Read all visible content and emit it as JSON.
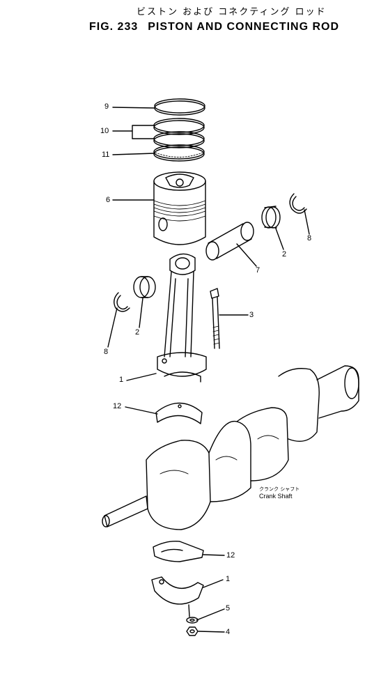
{
  "header": {
    "title_jp": "ビストン および コネクティング ロッド",
    "figure_number": "FIG. 233",
    "title_en": "PISTON AND CONNECTING ROD"
  },
  "parts": [
    {
      "id": "callout-9",
      "number": "9",
      "part": "piston-ring-top"
    },
    {
      "id": "callout-10",
      "number": "10",
      "part": "piston-ring-second"
    },
    {
      "id": "callout-11",
      "number": "11",
      "part": "oil-ring"
    },
    {
      "id": "callout-6",
      "number": "6",
      "part": "piston"
    },
    {
      "id": "callout-8a",
      "number": "8",
      "part": "snap-ring-right"
    },
    {
      "id": "callout-2a",
      "number": "2",
      "part": "bushing-right"
    },
    {
      "id": "callout-7",
      "number": "7",
      "part": "piston-pin"
    },
    {
      "id": "callout-3",
      "number": "3",
      "part": "rod-bolt"
    },
    {
      "id": "callout-2b",
      "number": "2",
      "part": "bushing-left"
    },
    {
      "id": "callout-8b",
      "number": "8",
      "part": "snap-ring-left"
    },
    {
      "id": "callout-1a",
      "number": "1",
      "part": "connecting-rod"
    },
    {
      "id": "callout-12a",
      "number": "12",
      "part": "bearing-upper"
    },
    {
      "id": "callout-12b",
      "number": "12",
      "part": "bearing-lower"
    },
    {
      "id": "callout-1b",
      "number": "1",
      "part": "rod-cap"
    },
    {
      "id": "callout-5",
      "number": "5",
      "part": "washer"
    },
    {
      "id": "callout-4",
      "number": "4",
      "part": "nut"
    }
  ],
  "crankshaft": {
    "label_jp": "クランク シャフト",
    "label_en": "Crank Shaft"
  }
}
